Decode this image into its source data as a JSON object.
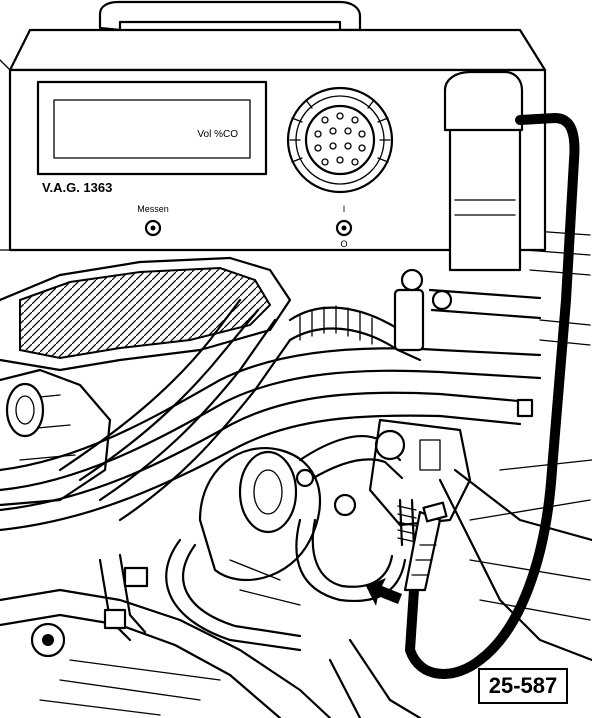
{
  "device": {
    "display_unit": "Vol %CO",
    "model": "V.A.G. 1363",
    "button_label": "Messen",
    "switch_on": "I",
    "switch_off": "O"
  },
  "figure_id": "25-587",
  "colors": {
    "ink": "#000000",
    "paper": "#ffffff"
  }
}
